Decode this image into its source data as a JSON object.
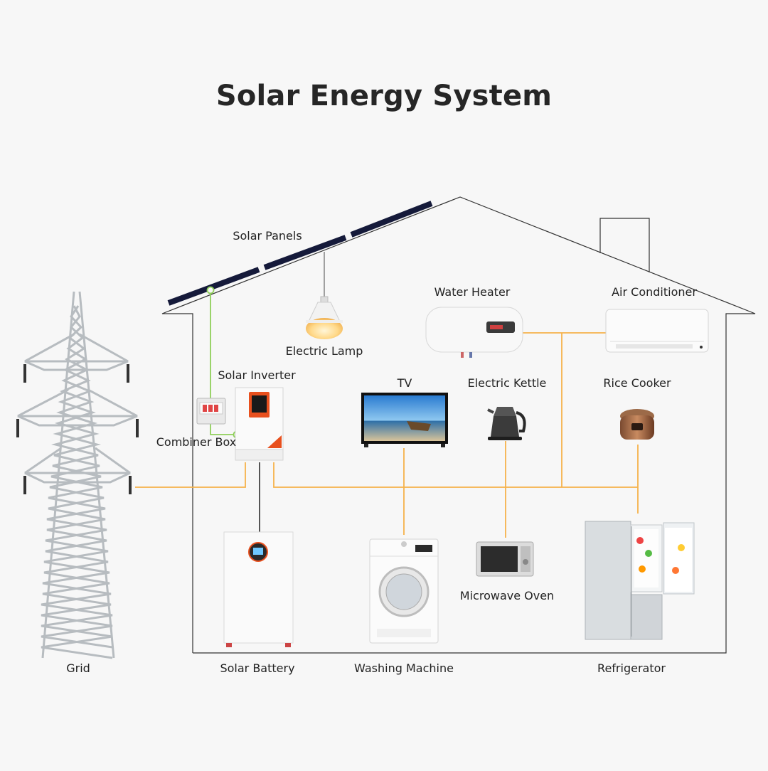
{
  "title": "Solar Energy System",
  "labels": {
    "solar_panels": "Solar Panels",
    "electric_lamp": "Electric Lamp",
    "water_heater": "Water Heater",
    "air_conditioner": "Air Conditioner",
    "solar_inverter": "Solar Inverter",
    "combiner_box": "Combiner Box",
    "tv": "TV",
    "electric_kettle": "Electric Kettle",
    "rice_cooker": "Rice Cooker",
    "microwave_oven": "Microwave Oven",
    "grid": "Grid",
    "solar_battery": "Solar Battery",
    "washing_machine": "Washing Machine",
    "refrigerator": "Refrigerator"
  },
  "colors": {
    "ac_wire": "#f6b24a",
    "dc_wire": "#8fcf5a",
    "battery_wire": "#444444",
    "house_outline": "#333333",
    "panel": "#151a3a",
    "inverter_accent": "#e8501e"
  }
}
